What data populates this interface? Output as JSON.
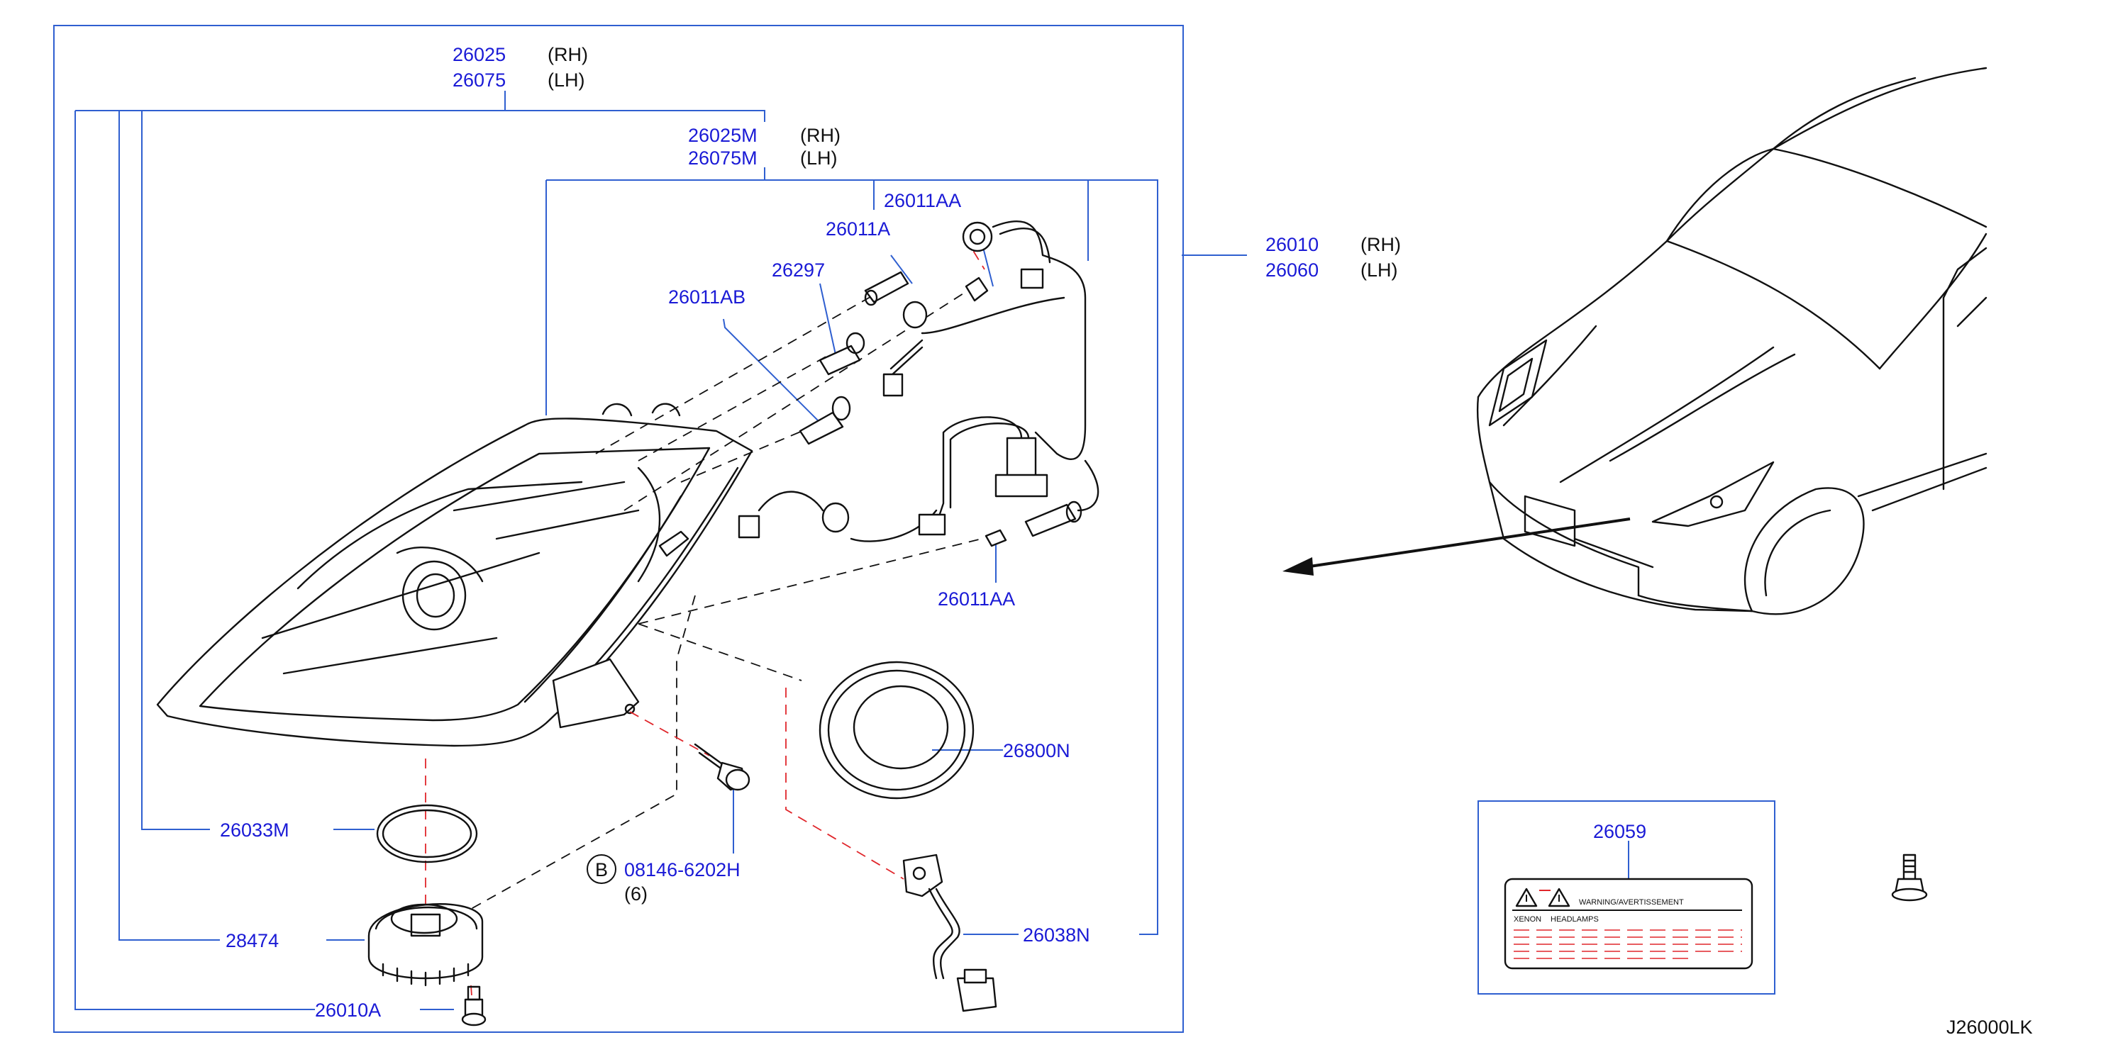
{
  "diagram": {
    "code": "J26000LK",
    "labels": {
      "asm_rh": "26025",
      "asm_lh": "26075",
      "mid_rh": "26025M",
      "mid_lh": "26075M",
      "harness_rh": "26010",
      "harness_lh": "26060",
      "bulb_aa_top": "26011AA",
      "bulb_a": "26011A",
      "bulb_297": "26297",
      "bulb_ab": "26011AB",
      "bulb_aa_bottom": "26011AA",
      "cover": "26800N",
      "seal": "26033M",
      "ballast": "28474",
      "screw": "26010A",
      "bolt": "08146-6202H",
      "bolt_qty": "(6)",
      "bolt_marker": "B",
      "socket": "26038N",
      "caution_label": "26059"
    },
    "suffix": {
      "rh": "(RH)",
      "lh": "(LH)"
    },
    "warning_label": {
      "title": "WARNING/AVERTISSEMENT",
      "line_left": "XENON",
      "line_right": "HEADLAMPS"
    }
  },
  "colors": {
    "part_number": "#1a1ad6",
    "frame": "#2f5fd0",
    "red_dash": "#e0262b",
    "ink": "#111111"
  },
  "icons": [
    "warning-triangle-icon",
    "bolt-icon",
    "arrow-icon"
  ]
}
